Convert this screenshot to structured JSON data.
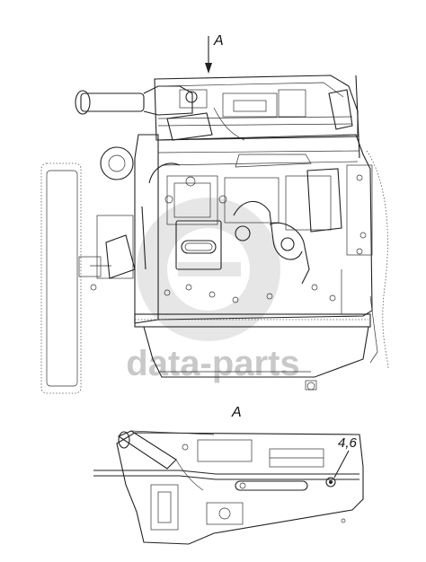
{
  "labels": {
    "view_arrow_top": "A",
    "view_title": "A",
    "callout_parts": "4,6"
  },
  "watermark": {
    "text": "data-parts"
  },
  "colors": {
    "line": "#222222",
    "watermark": "#c9c9c9"
  }
}
